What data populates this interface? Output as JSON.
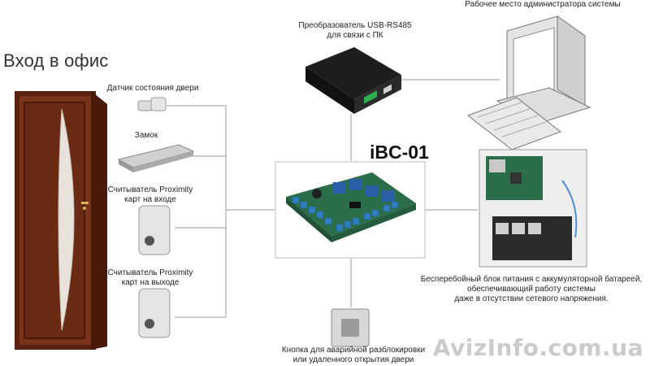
{
  "title": "Вход в офис",
  "controller": {
    "name": "iBC-01"
  },
  "devices": {
    "door_sensor": "Датчик состояния двери",
    "lock": "Замок",
    "reader_in": [
      "Считыватель Proximity",
      "карт на входе"
    ],
    "reader_out": [
      "Считыватель Proximity",
      "карт на выходе"
    ],
    "converter": [
      "Преобразователь USB-RS485",
      "для связи с ПК"
    ],
    "admin_pc": "Рабочее место администратора системы",
    "ups": [
      "Бесперебойный блок питания с аккумуляторной батареей,",
      "обеспечивающий работу системы",
      "даже в отсутствии сетевого напряжения."
    ],
    "exit_button": [
      "Кнопка для аварийной разблокировки",
      "или удаленного открытия двери"
    ]
  },
  "watermark": "AvizInfo.com.ua",
  "colors": {
    "door_wood": "#6b2a14",
    "door_frame": "#5a2210",
    "board_blue": "#2f7fc0",
    "board_green": "#2c6e4a",
    "line": "#9a9a9a"
  }
}
